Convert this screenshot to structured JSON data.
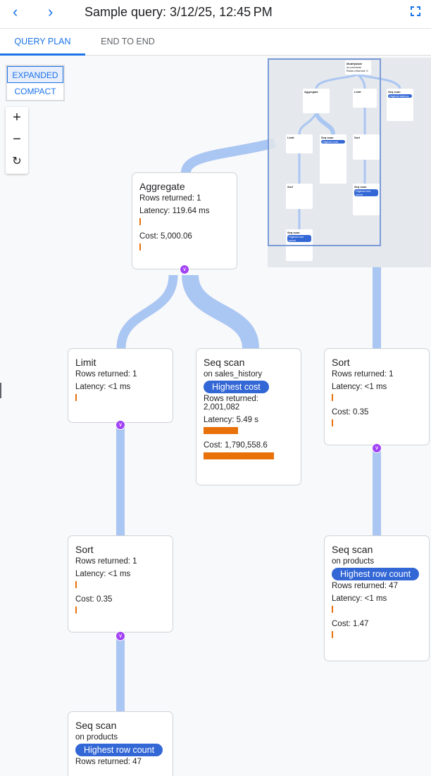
{
  "header": {
    "title": "Sample query: 3/12/25, 12:45 PM",
    "back_icon": "chevron-left-icon",
    "forward_icon": "chevron-right-icon",
    "fullscreen_icon": "fullscreen-icon"
  },
  "tabs": [
    {
      "label": "QUERY PLAN",
      "active": true
    },
    {
      "label": "END TO END",
      "active": false
    }
  ],
  "view_toggle": {
    "expanded": "EXPANDED",
    "compact": "COMPACT",
    "selected": "EXPANDED"
  },
  "zoom_controls": {
    "zoom_in": "+",
    "zoom_out": "−",
    "reset": "↻"
  },
  "colors": {
    "accent": "#1a73e8",
    "edge": "#aac6f2",
    "bar": "#e8710a",
    "badge": "#3367d6",
    "chevron": "#a142f4"
  },
  "nodes": [
    {
      "id": "aggregate",
      "title": "Aggregate",
      "rows": "Rows returned: 1",
      "latency": "Latency: 119.64 ms",
      "latency_bar": 0.02,
      "cost": "Cost: 5,000.06",
      "cost_bar": 0.02
    },
    {
      "id": "limit",
      "title": "Limit",
      "rows": "Rows returned: 1",
      "latency": "Latency: <1 ms",
      "latency_bar": 0.02
    },
    {
      "id": "seq-scan-sales-history",
      "title": "Seq scan",
      "on": "on sales_history",
      "badge": "Highest cost",
      "rows": "Rows returned:",
      "rows2": "2,001,082",
      "latency": "Latency: 5.49 s",
      "latency_bar": 0.49,
      "cost": "Cost: 1,790,558.6",
      "cost_bar": 1.0
    },
    {
      "id": "sort-right",
      "title": "Sort",
      "rows": "Rows returned: 1",
      "latency": "Latency: <1 ms",
      "latency_bar": 0.02,
      "cost": "Cost: 0.35",
      "cost_bar": 0.02
    },
    {
      "id": "sort-left",
      "title": "Sort",
      "rows": "Rows returned: 1",
      "latency": "Latency: <1 ms",
      "latency_bar": 0.02,
      "cost": "Cost: 0.35",
      "cost_bar": 0.02
    },
    {
      "id": "seq-scan-products-right",
      "title": "Seq scan",
      "on": "on products",
      "badge": "Highest row count",
      "rows": "Rows returned: 47",
      "latency": "Latency: <1 ms",
      "latency_bar": 0.02,
      "cost": "Cost: 1.47",
      "cost_bar": 0.02
    },
    {
      "id": "seq-scan-products-bottom",
      "title": "Seq scan",
      "on": "on products",
      "badge": "Highest row count",
      "rows": "Rows returned: 47"
    }
  ],
  "minimap": {
    "nodes": [
      {
        "title": "Modifytable",
        "on": "on products",
        "rows": "Rows returned: 0"
      },
      {
        "title": "Aggregate"
      },
      {
        "title": "Limit"
      },
      {
        "title": "Seq scan",
        "badge": "Highest latency"
      },
      {
        "title": "Limit"
      },
      {
        "title": "Seq scan",
        "badge": "Highest cost"
      },
      {
        "title": "Sort"
      },
      {
        "title": "Sort"
      },
      {
        "title": "Seq scan",
        "badge": "Highest row count"
      },
      {
        "title": "Seq scan",
        "badge": "Highest row count"
      }
    ]
  }
}
